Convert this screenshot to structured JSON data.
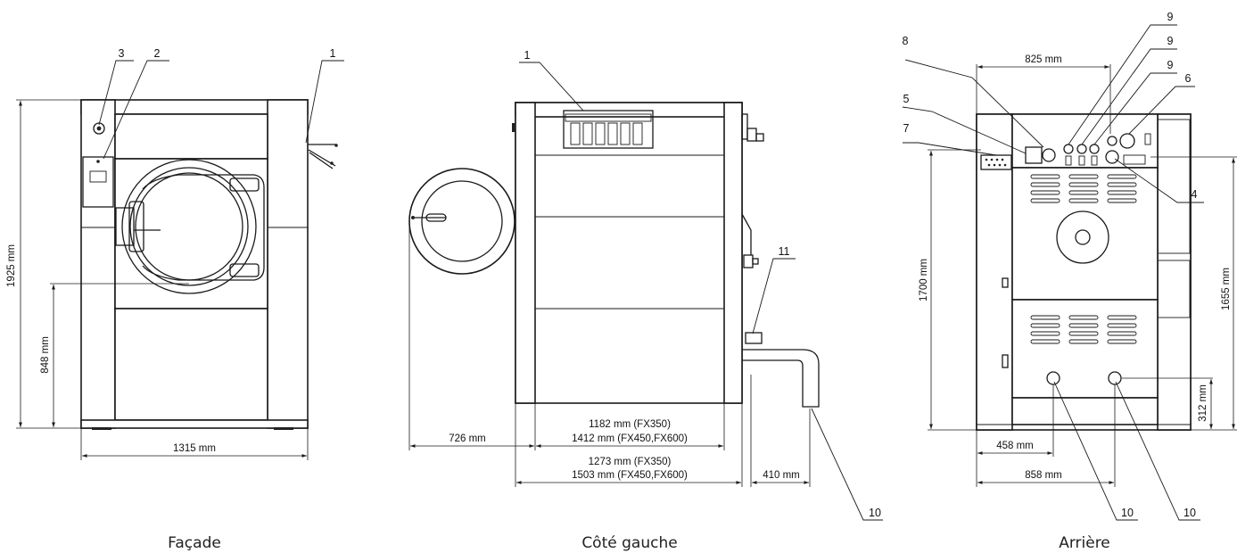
{
  "views": [
    {
      "caption": "Façade",
      "dimensions": [
        "1925 mm",
        "848 mm",
        "1315 mm"
      ],
      "callouts": [
        "3",
        "2",
        "1"
      ]
    },
    {
      "caption": "Côté gauche",
      "dimensions": [
        "1182 mm (FX350)",
        "1412 mm (FX450,FX600)",
        "1273 mm (FX350)",
        "1503 mm (FX450,FX600)",
        "726 mm",
        "410 mm"
      ],
      "callouts": [
        "1",
        "11",
        "10"
      ]
    },
    {
      "caption": "Arrière",
      "dimensions": [
        "825 mm",
        "1700 mm",
        "1655 mm",
        "312 mm",
        "458 mm",
        "858 mm"
      ],
      "callouts": [
        "9",
        "9",
        "9",
        "8",
        "6",
        "5",
        "7",
        "4",
        "10",
        "10"
      ]
    }
  ]
}
